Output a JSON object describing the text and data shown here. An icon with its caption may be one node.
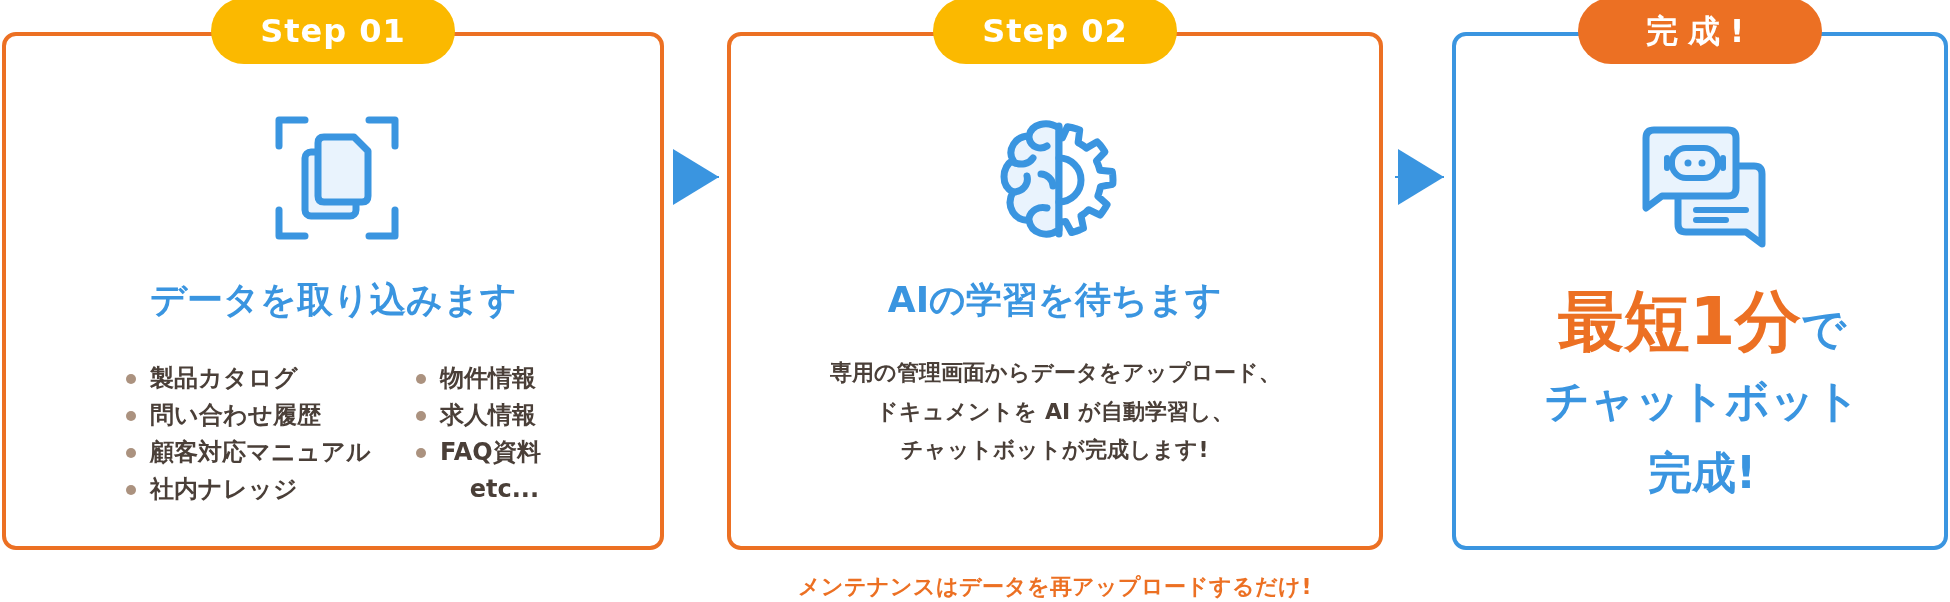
{
  "diagram": {
    "nodes": [
      {
        "text": [
          "Step 01",
          "データを取り込みます",
          "製品カタログ",
          "問い合わせ履歴",
          "顧客対応マニュアル",
          "社内ナレッジ",
          "物件情報",
          "求人情報",
          "FAQ資料",
          "etc..."
        ]
      },
      {
        "text": [
          "Step 02",
          "AIの学習を待ちます",
          "専用の管理画面からデータをアップロード、ドキュメントを AI が自動学習し、チャットボットが完成します!"
        ]
      },
      {
        "text": [
          "完成!",
          "**最短1分**でチャットボット完成!"
        ]
      }
    ],
    "edges": [
      {
        "from": 0,
        "to": 1,
        "arrow": "to"
      },
      {
        "from": 1,
        "to": 2,
        "arrow": "to"
      }
    ],
    "labels": [
      "メンテナンスはデータを再アップロードするだけ!"
    ]
  }
}
